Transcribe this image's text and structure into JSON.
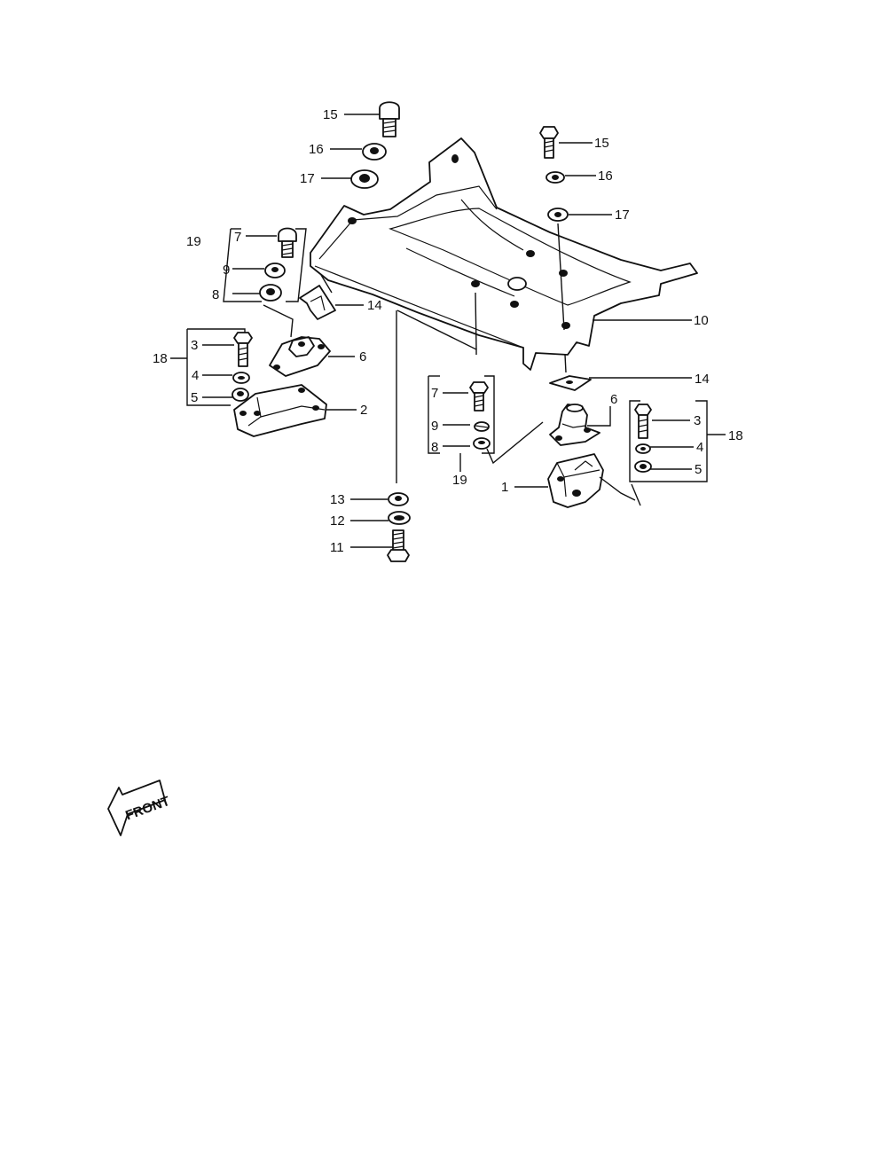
{
  "callouts": {
    "c15a": "15",
    "c16a": "16",
    "c17a": "17",
    "c15b": "15",
    "c16b": "16",
    "c17b": "17",
    "c19a": "19",
    "c7a": "7",
    "c9a": "9",
    "c8a": "8",
    "c14a": "14",
    "c18a": "18",
    "c3a": "3",
    "c4a": "4",
    "c5a": "5",
    "c6a": "6",
    "c2": "2",
    "c10": "10",
    "c14b": "14",
    "c7b": "7",
    "c9b": "9",
    "c8b": "8",
    "c19b": "19",
    "c6b": "6",
    "c3b": "3",
    "c4b": "4",
    "c5b": "5",
    "c18b": "18",
    "c1": "1",
    "c13": "13",
    "c12": "12",
    "c11": "11"
  },
  "front_arrow": {
    "label": "FRONT"
  }
}
